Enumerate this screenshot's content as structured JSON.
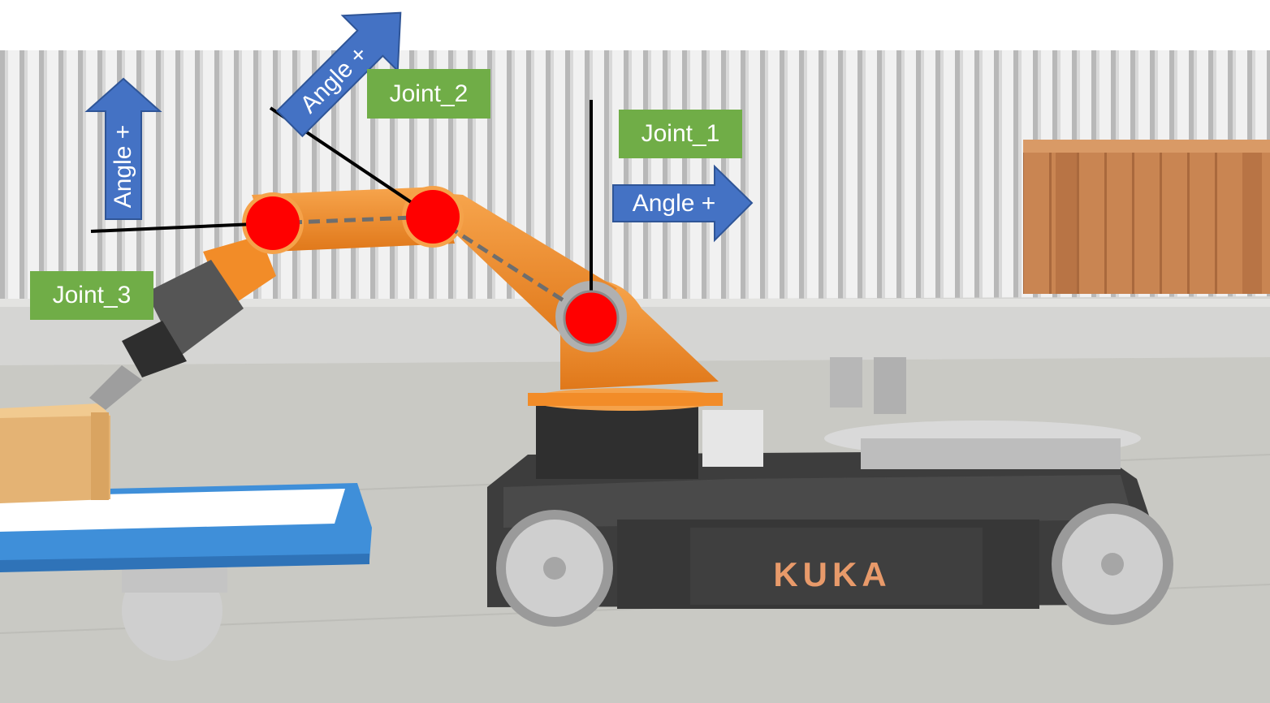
{
  "labels": {
    "joint_1": "Joint_1",
    "joint_2": "Joint_2",
    "joint_3": "Joint_3"
  },
  "arrows": {
    "joint_1_direction": "Angle +",
    "joint_2_direction": "Angle +",
    "joint_3_direction": "Angle +"
  },
  "logo_text": "KUKA",
  "colors": {
    "label_bg": "#70ad47",
    "arrow_fill": "#4472c4",
    "joint_marker": "#ff0000",
    "robot_arm": "#f28c28",
    "robot_base": "#3b3b3b",
    "cart": "#3f8fd9",
    "crate": "#c8834f"
  }
}
